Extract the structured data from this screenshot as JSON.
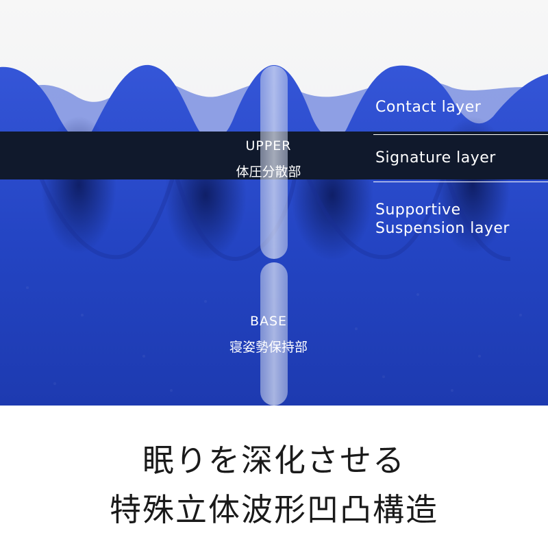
{
  "upper": {
    "en": "UPPER",
    "ja": "体圧分散部"
  },
  "base": {
    "en": "BASE",
    "ja": "寝姿勢保持部"
  },
  "layers": {
    "contact": "Contact layer",
    "signature": "Signature layer",
    "supportive_line1": "Supportive",
    "supportive_line2": "Suspension layer"
  },
  "caption": {
    "line1": "眠りを深化させる",
    "line2": "特殊立体波形凹凸構造"
  },
  "colors": {
    "foam_blue": "#2244c8",
    "foam_dark": "#0f1f6e",
    "band_black": "#0c1322",
    "background": "#ffffff"
  },
  "icons": {
    "divider": "vertical-pill-divider"
  }
}
